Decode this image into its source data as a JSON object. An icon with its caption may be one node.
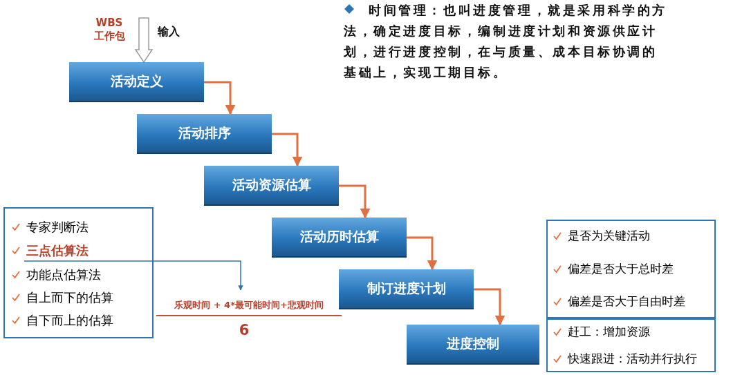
{
  "diagram": {
    "nodes": [
      {
        "text": [
          "活动定义"
        ]
      },
      {
        "text": [
          "活动排序"
        ]
      },
      {
        "text": [
          "活动资源估算"
        ]
      },
      {
        "text": [
          "活动历时估算"
        ]
      },
      {
        "text": [
          "制订进度计划"
        ]
      },
      {
        "text": [
          "进度控制"
        ]
      },
      {
        "text": [],
        "shape": "box"
      },
      {
        "text": [
          "专家判断法"
        ],
        "in": 6
      },
      {
        "text": [
          "三点估算法"
        ],
        "in": 6
      },
      {
        "text": [
          "功能点估算法"
        ],
        "in": 6
      },
      {
        "text": [
          "自上而下的估算"
        ],
        "in": 6
      },
      {
        "text": [
          "自下而上的估算"
        ],
        "in": 6
      },
      {
        "text": [
          "乐观时间 + 4*最可能时间+悲观时间",
          "6"
        ]
      },
      {
        "text": [
          "是否为关键活动",
          "偏差是否大于总时差",
          "偏差是否大于自由时差"
        ]
      },
      {
        "text": [
          "赶工：增加资源",
          "快速跟进：活动并行执行"
        ]
      }
    ],
    "edges": [
      {
        "from": null,
        "to": 0,
        "arrow": "to",
        "label": "输入",
        "style": "thick",
        "color": "#999999"
      },
      {
        "from": 0,
        "to": 1,
        "arrow": "to"
      },
      {
        "from": 1,
        "to": 2,
        "arrow": "to"
      },
      {
        "from": 2,
        "to": 3,
        "arrow": "to"
      },
      {
        "from": 3,
        "to": 4,
        "arrow": "to"
      },
      {
        "from": 4,
        "to": 5,
        "arrow": "to"
      },
      {
        "from": 8,
        "to": 12,
        "arrow": "to",
        "color": "#2e75b6"
      }
    ],
    "labels": [
      "WBS 工作包",
      "时间管理：也叫进度管理，就是采用科学的方法，确定进度目标，编制进度计划和资源供应计划，进行进度控制，在与质量、成本目标协调的基础上，实现工期目标。"
    ]
  }
}
